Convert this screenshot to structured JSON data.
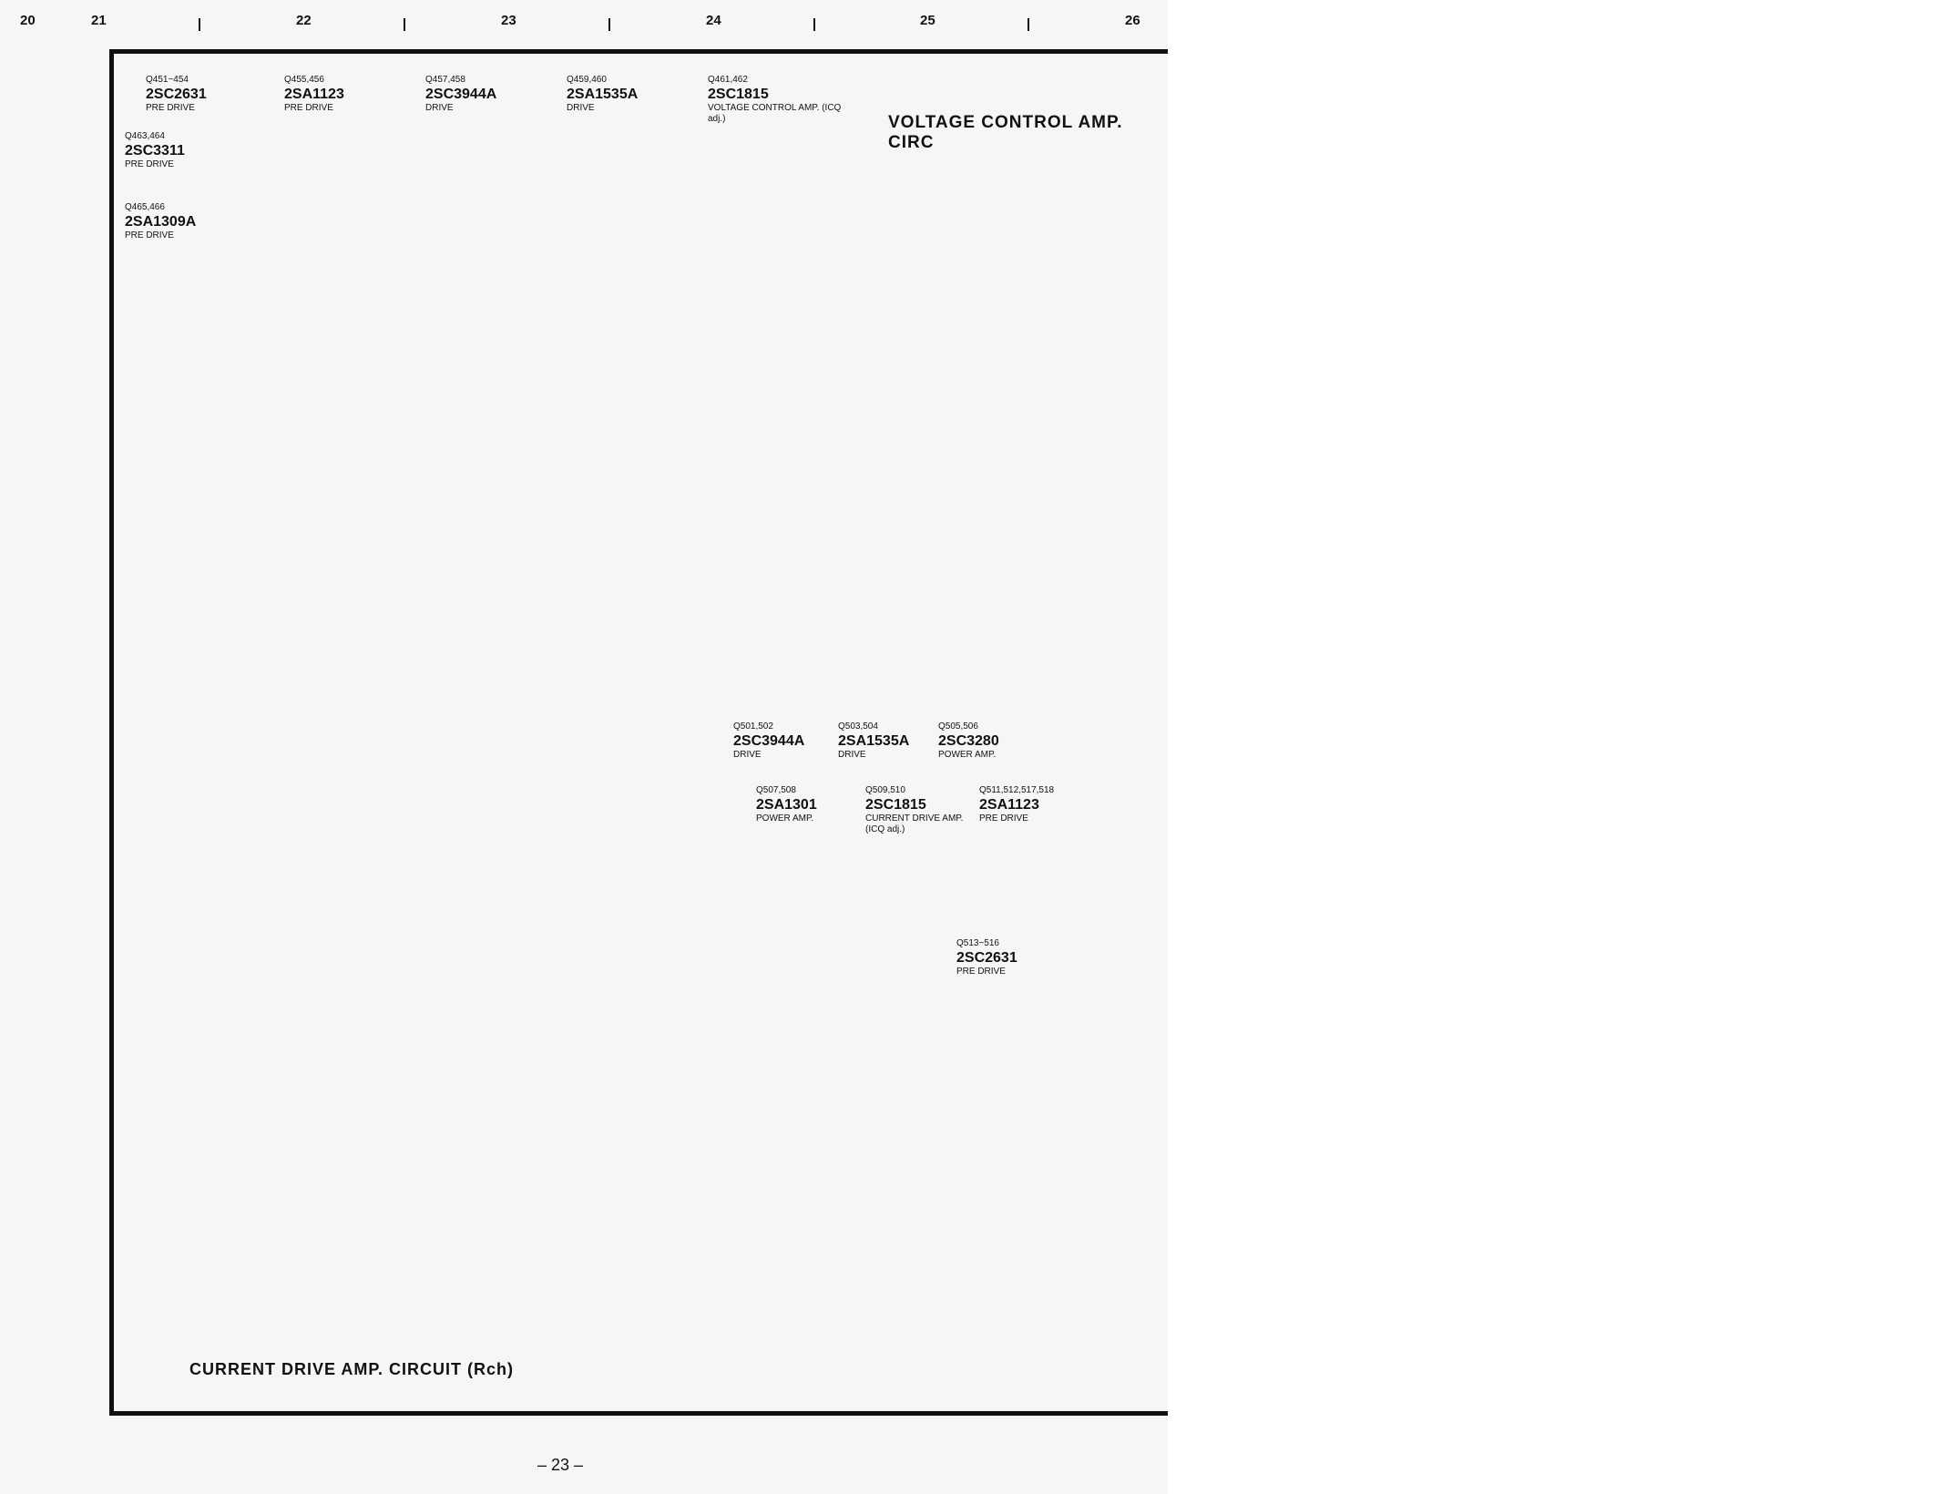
{
  "ruler": [
    "20",
    "21",
    "22",
    "23",
    "24",
    "25",
    "26"
  ],
  "titles": {
    "voltage": "VOLTAGE CONTROL AMP. CIRC",
    "current": "CURRENT DRIVE AMP. CIRCUIT (Rch)"
  },
  "table_top": [
    {
      "n": "Q451~454",
      "t": "2SC2631",
      "r": "PRE DRIVE"
    },
    {
      "n": "Q455,456",
      "t": "2SA1123",
      "r": "PRE DRIVE"
    },
    {
      "n": "Q457,458",
      "t": "2SC3944A",
      "r": "DRIVE"
    },
    {
      "n": "Q459,460",
      "t": "2SA1535A",
      "r": "DRIVE"
    },
    {
      "n": "Q461,462",
      "t": "2SC1815",
      "r": "VOLTAGE CONTROL AMP. (ICQ adj.)"
    },
    {
      "n": "Q463,464",
      "t": "2SC3311",
      "r": "PRE DRIVE"
    },
    {
      "n": "Q465,466",
      "t": "2SA1309A",
      "r": "PRE DRIVE"
    }
  ],
  "table_mid": [
    {
      "n": "Q501,502",
      "t": "2SC3944A",
      "r": "DRIVE"
    },
    {
      "n": "Q503,504",
      "t": "2SA1535A",
      "r": "DRIVE"
    },
    {
      "n": "Q505,506",
      "t": "2SC3280",
      "r": "POWER AMP."
    },
    {
      "n": "Q507,508",
      "t": "2SA1301",
      "r": "POWER AMP."
    },
    {
      "n": "Q509,510",
      "t": "2SC1815",
      "r": "CURRENT DRIVE AMP. (ICQ adj.)"
    },
    {
      "n": "Q511,512,517,518",
      "t": "2SA1123",
      "r": "PRE DRIVE"
    },
    {
      "n": "Q513~516",
      "t": "2SC2631",
      "r": "PRE DRIVE"
    }
  ],
  "page_number": "– 23 –"
}
